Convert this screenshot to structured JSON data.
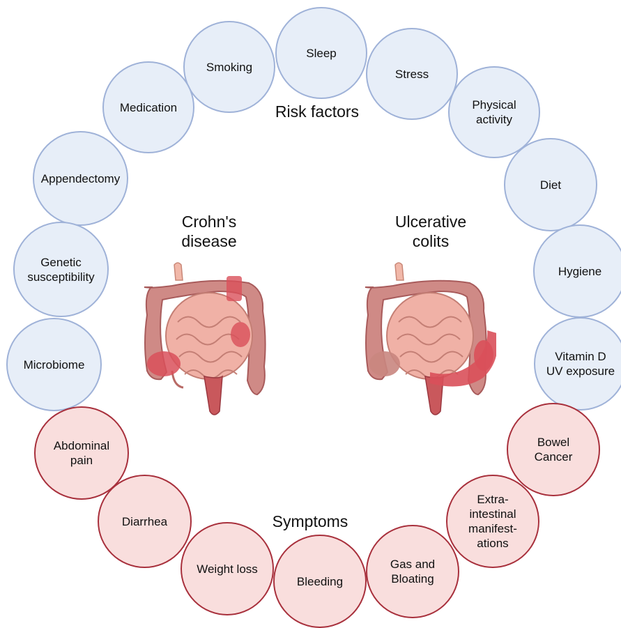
{
  "headings": {
    "risk_factors": "Risk factors",
    "symptoms": "Symptoms",
    "crohns": "Crohn's\ndisease",
    "ulcerative": "Ulcerative\ncolits"
  },
  "risk_factors": {
    "sleep": "Sleep",
    "smoking": "Smoking",
    "stress": "Stress",
    "medication": "Medication",
    "physical_activity": "Physical\nactivity",
    "appendectomy": "Appendectomy",
    "diet": "Diet",
    "genetic": "Genetic\nsusceptibility",
    "hygiene": "Hygiene",
    "microbiome": "Microbiome",
    "vitamin_d": "Vitamin D\nUV exposure"
  },
  "symptoms": {
    "abdominal_pain": "Abdominal\npain",
    "bowel_cancer": "Bowel\nCancer",
    "diarrhea": "Diarrhea",
    "extraintestinal": "Extra-\nintestinal\nmanifest-\nations",
    "weight_loss": "Weight loss",
    "gas_bloating": "Gas and\nBloating",
    "bleeding": "Bleeding"
  },
  "colors": {
    "risk_fill": "#e7eef8",
    "risk_border": "#9fb2d8",
    "symptom_fill": "#f9dedd",
    "symptom_border": "#a8303c",
    "intestine": "#e7a59c",
    "colon": "#c97f7c",
    "inflamed": "#d9505a"
  }
}
